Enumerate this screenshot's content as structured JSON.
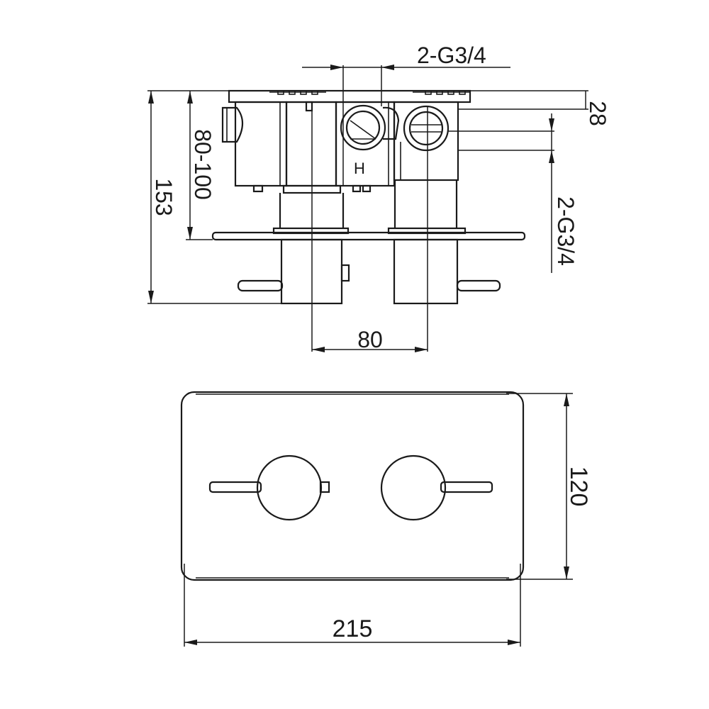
{
  "dimensions": {
    "top_port": "2-G3/4",
    "right_port": "2-G3/4",
    "depth_top": "28",
    "adjustable_depth": "80-100",
    "overall_depth": "153",
    "center_distance": "80",
    "plate_height": "120",
    "plate_width": "215"
  },
  "markers": {
    "hot_label": "H"
  }
}
